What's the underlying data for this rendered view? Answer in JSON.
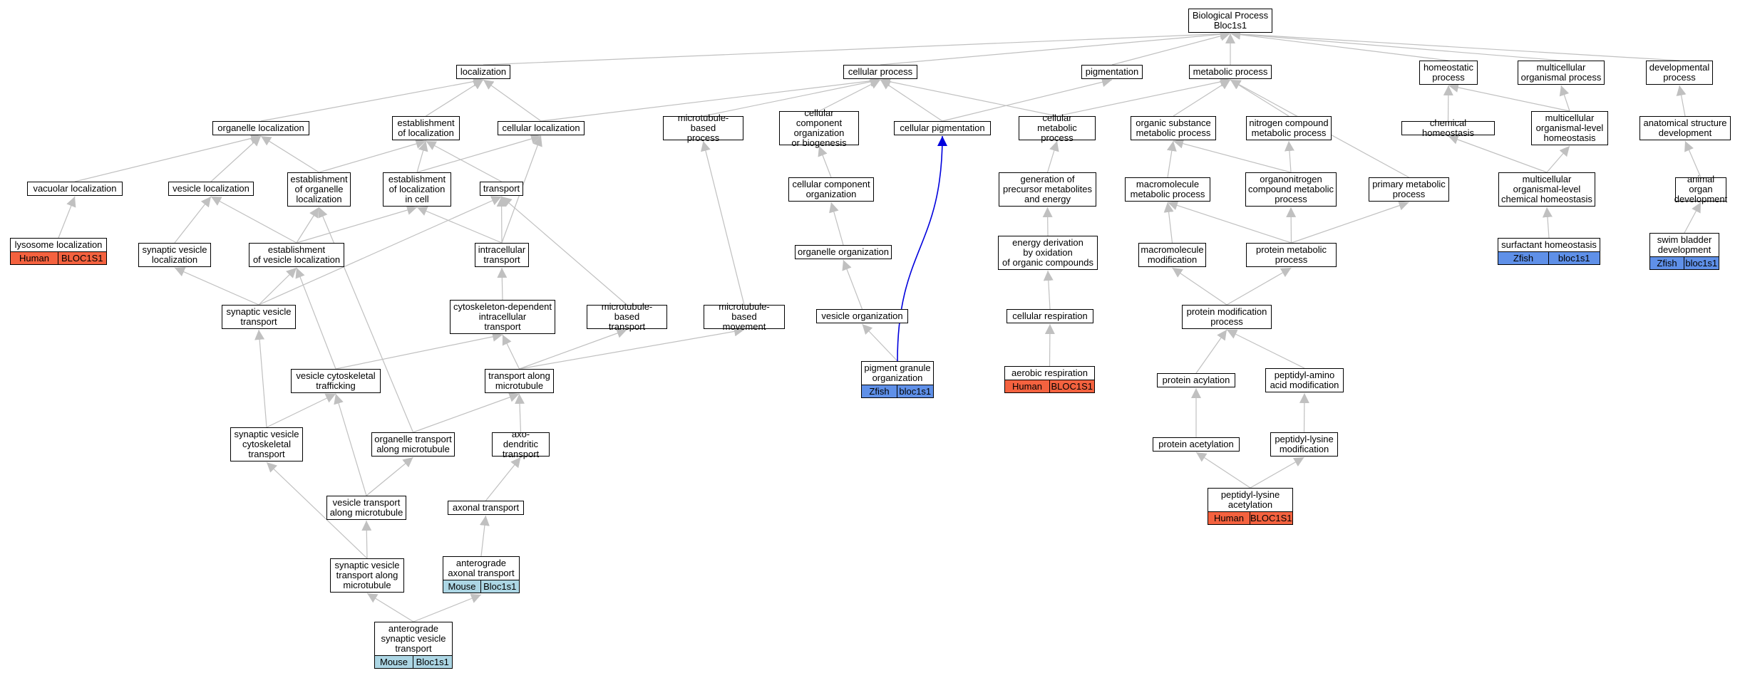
{
  "graph": {
    "edge_color": "#c0c0c0",
    "highlight_edge_color": "#0000dd",
    "species_colors": {
      "Human": "#f4623f",
      "Zfish": "#5f90e8",
      "Mouse": "#acd6e4"
    },
    "nodes": [
      {
        "id": "bp",
        "lines": [
          "Biological Process",
          "Bloc1s1"
        ]
      },
      {
        "id": "localization",
        "lines": [
          "localization"
        ]
      },
      {
        "id": "cellular-process",
        "lines": [
          "cellular process"
        ]
      },
      {
        "id": "pigmentation",
        "lines": [
          "pigmentation"
        ]
      },
      {
        "id": "metabolic-process",
        "lines": [
          "metabolic process"
        ]
      },
      {
        "id": "homeostatic-process",
        "lines": [
          "homeostatic",
          "process"
        ]
      },
      {
        "id": "multicellular-organismal-process",
        "lines": [
          "multicellular",
          "organismal process"
        ]
      },
      {
        "id": "developmental-process",
        "lines": [
          "developmental",
          "process"
        ]
      },
      {
        "id": "organelle-localization",
        "lines": [
          "organelle localization"
        ]
      },
      {
        "id": "establishment-of-localization",
        "lines": [
          "establishment",
          "of localization"
        ]
      },
      {
        "id": "cellular-localization",
        "lines": [
          "cellular localization"
        ]
      },
      {
        "id": "microtubule-based-process",
        "lines": [
          "microtubule-based",
          "process"
        ]
      },
      {
        "id": "ccob",
        "lines": [
          "cellular component",
          "organization",
          "or biogenesis"
        ]
      },
      {
        "id": "cellular-pigmentation",
        "lines": [
          "cellular pigmentation"
        ]
      },
      {
        "id": "cellular-metabolic-process",
        "lines": [
          "cellular metabolic",
          "process"
        ]
      },
      {
        "id": "organic-substance-metabolic",
        "lines": [
          "organic substance",
          "metabolic process"
        ]
      },
      {
        "id": "nitrogen-compound-metabolic",
        "lines": [
          "nitrogen compound",
          "metabolic process"
        ]
      },
      {
        "id": "chemical-homeostasis",
        "lines": [
          "chemical homeostasis"
        ]
      },
      {
        "id": "multicellular-organismal-homeostasis",
        "lines": [
          "multicellular",
          "organismal-level",
          "homeostasis"
        ]
      },
      {
        "id": "anatomical-structure-development",
        "lines": [
          "anatomical structure",
          "development"
        ]
      },
      {
        "id": "vacuolar-localization",
        "lines": [
          "vacuolar localization"
        ]
      },
      {
        "id": "vesicle-localization",
        "lines": [
          "vesicle localization"
        ]
      },
      {
        "id": "establishment-of-organelle-localization",
        "lines": [
          "establishment",
          "of organelle",
          "localization"
        ]
      },
      {
        "id": "establishment-of-localization-in-cell",
        "lines": [
          "establishment",
          "of localization",
          "in cell"
        ]
      },
      {
        "id": "transport",
        "lines": [
          "transport"
        ]
      },
      {
        "id": "cellular-component-organization",
        "lines": [
          "cellular component",
          "organization"
        ]
      },
      {
        "id": "generation-of-precursor",
        "lines": [
          "generation of",
          "precursor metabolites",
          "and energy"
        ]
      },
      {
        "id": "macromolecule-metabolic",
        "lines": [
          "macromolecule",
          "metabolic process"
        ]
      },
      {
        "id": "organonitrogen",
        "lines": [
          "organonitrogen",
          "compound metabolic",
          "process"
        ]
      },
      {
        "id": "primary-metabolic",
        "lines": [
          "primary metabolic",
          "process"
        ]
      },
      {
        "id": "multicellular-chemical-homeostasis",
        "lines": [
          "multicellular",
          "organismal-level",
          "chemical homeostasis"
        ]
      },
      {
        "id": "animal-organ-development",
        "lines": [
          "animal organ",
          "development"
        ]
      },
      {
        "id": "lysosome-localization",
        "lines": [
          "lysosome localization"
        ],
        "species": "Human",
        "gene": "BLOC1S1"
      },
      {
        "id": "synaptic-vesicle-localization",
        "lines": [
          "synaptic vesicle",
          "localization"
        ]
      },
      {
        "id": "establishment-of-vesicle-localization",
        "lines": [
          "establishment",
          "of vesicle localization"
        ]
      },
      {
        "id": "intracellular-transport",
        "lines": [
          "intracellular",
          "transport"
        ]
      },
      {
        "id": "organelle-organization",
        "lines": [
          "organelle organization"
        ]
      },
      {
        "id": "energy-derivation",
        "lines": [
          "energy derivation",
          "by oxidation",
          "of organic compounds"
        ]
      },
      {
        "id": "macromolecule-modification",
        "lines": [
          "macromolecule",
          "modification"
        ]
      },
      {
        "id": "protein-metabolic",
        "lines": [
          "protein metabolic",
          "process"
        ]
      },
      {
        "id": "surfactant-homeostasis",
        "lines": [
          "surfactant homeostasis"
        ],
        "species": "Zfish",
        "gene": "bloc1s1"
      },
      {
        "id": "swim-bladder-development",
        "lines": [
          "swim bladder",
          "development"
        ],
        "species": "Zfish",
        "gene": "bloc1s1"
      },
      {
        "id": "synaptic-vesicle-transport",
        "lines": [
          "synaptic vesicle",
          "transport"
        ]
      },
      {
        "id": "cytoskeleton-dependent-transport",
        "lines": [
          "cytoskeleton-dependent",
          "intracellular",
          "transport"
        ]
      },
      {
        "id": "microtubule-based-transport",
        "lines": [
          "microtubule-based",
          "transport"
        ]
      },
      {
        "id": "microtubule-based-movement",
        "lines": [
          "microtubule-based",
          "movement"
        ]
      },
      {
        "id": "vesicle-organization",
        "lines": [
          "vesicle organization"
        ]
      },
      {
        "id": "cellular-respiration",
        "lines": [
          "cellular respiration"
        ]
      },
      {
        "id": "protein-modification-process",
        "lines": [
          "protein modification",
          "process"
        ]
      },
      {
        "id": "vesicle-cytoskeletal-trafficking",
        "lines": [
          "vesicle cytoskeletal",
          "trafficking"
        ]
      },
      {
        "id": "transport-along-microtubule",
        "lines": [
          "transport along",
          "microtubule"
        ]
      },
      {
        "id": "pigment-granule-organization",
        "lines": [
          "pigment granule",
          "organization"
        ],
        "species": "Zfish",
        "gene": "bloc1s1"
      },
      {
        "id": "aerobic-respiration",
        "lines": [
          "aerobic respiration"
        ],
        "species": "Human",
        "gene": "BLOC1S1"
      },
      {
        "id": "protein-acylation",
        "lines": [
          "protein acylation"
        ]
      },
      {
        "id": "peptidyl-amino-acid-modification",
        "lines": [
          "peptidyl-amino",
          "acid modification"
        ]
      },
      {
        "id": "synaptic-vesicle-cytoskeletal-transport",
        "lines": [
          "synaptic vesicle",
          "cytoskeletal",
          "transport"
        ]
      },
      {
        "id": "organelle-transport-along-microtubule",
        "lines": [
          "organelle transport",
          "along microtubule"
        ]
      },
      {
        "id": "axo-dendritic-transport",
        "lines": [
          "axo-dendritic",
          "transport"
        ]
      },
      {
        "id": "protein-acetylation",
        "lines": [
          "protein acetylation"
        ]
      },
      {
        "id": "peptidyl-lysine-modification",
        "lines": [
          "peptidyl-lysine",
          "modification"
        ]
      },
      {
        "id": "vesicle-transport-along-microtubule",
        "lines": [
          "vesicle transport",
          "along microtubule"
        ]
      },
      {
        "id": "axonal-transport",
        "lines": [
          "axonal transport"
        ]
      },
      {
        "id": "peptidyl-lysine-acetylation",
        "lines": [
          "peptidyl-lysine",
          "acetylation"
        ],
        "species": "Human",
        "gene": "BLOC1S1"
      },
      {
        "id": "anterograde-axonal-transport",
        "lines": [
          "anterograde",
          "axonal transport"
        ],
        "species": "Mouse",
        "gene": "Bloc1s1"
      },
      {
        "id": "synaptic-vesicle-transport-along-microtubule",
        "lines": [
          "synaptic vesicle",
          "transport along",
          "microtubule"
        ]
      },
      {
        "id": "anterograde-synaptic-vesicle-transport",
        "lines": [
          "anterograde",
          "synaptic vesicle",
          "transport"
        ],
        "species": "Mouse",
        "gene": "Bloc1s1"
      }
    ],
    "edges": [
      [
        "localization",
        "bp"
      ],
      [
        "cellular-process",
        "bp"
      ],
      [
        "pigmentation",
        "bp"
      ],
      [
        "metabolic-process",
        "bp"
      ],
      [
        "homeostatic-process",
        "bp"
      ],
      [
        "multicellular-organismal-process",
        "bp"
      ],
      [
        "developmental-process",
        "bp"
      ],
      [
        "organelle-localization",
        "localization"
      ],
      [
        "establishment-of-localization",
        "localization"
      ],
      [
        "cellular-localization",
        "localization"
      ],
      [
        "cellular-localization",
        "cellular-process"
      ],
      [
        "microtubule-based-process",
        "cellular-process"
      ],
      [
        "ccob",
        "cellular-process"
      ],
      [
        "cellular-pigmentation",
        "cellular-process"
      ],
      [
        "cellular-pigmentation",
        "pigmentation"
      ],
      [
        "cellular-metabolic-process",
        "cellular-process"
      ],
      [
        "cellular-metabolic-process",
        "metabolic-process"
      ],
      [
        "organic-substance-metabolic",
        "metabolic-process"
      ],
      [
        "nitrogen-compound-metabolic",
        "metabolic-process"
      ],
      [
        "primary-metabolic",
        "metabolic-process"
      ],
      [
        "chemical-homeostasis",
        "homeostatic-process"
      ],
      [
        "multicellular-organismal-homeostasis",
        "homeostatic-process"
      ],
      [
        "multicellular-organismal-homeostasis",
        "multicellular-organismal-process"
      ],
      [
        "anatomical-structure-development",
        "developmental-process"
      ],
      [
        "vacuolar-localization",
        "organelle-localization"
      ],
      [
        "vesicle-localization",
        "organelle-localization"
      ],
      [
        "establishment-of-organelle-localization",
        "organelle-localization"
      ],
      [
        "establishment-of-organelle-localization",
        "establishment-of-localization"
      ],
      [
        "establishment-of-localization-in-cell",
        "establishment-of-localization"
      ],
      [
        "establishment-of-localization-in-cell",
        "cellular-localization"
      ],
      [
        "transport",
        "establishment-of-localization"
      ],
      [
        "cellular-component-organization",
        "ccob"
      ],
      [
        "generation-of-precursor",
        "cellular-metabolic-process"
      ],
      [
        "macromolecule-metabolic",
        "organic-substance-metabolic"
      ],
      [
        "organonitrogen",
        "organic-substance-metabolic"
      ],
      [
        "organonitrogen",
        "nitrogen-compound-metabolic"
      ],
      [
        "multicellular-chemical-homeostasis",
        "chemical-homeostasis"
      ],
      [
        "multicellular-chemical-homeostasis",
        "multicellular-organismal-homeostasis"
      ],
      [
        "animal-organ-development",
        "anatomical-structure-development"
      ],
      [
        "lysosome-localization",
        "vacuolar-localization"
      ],
      [
        "synaptic-vesicle-localization",
        "vesicle-localization"
      ],
      [
        "establishment-of-vesicle-localization",
        "vesicle-localization"
      ],
      [
        "establishment-of-vesicle-localization",
        "establishment-of-organelle-localization"
      ],
      [
        "establishment-of-vesicle-localization",
        "establishment-of-localization-in-cell"
      ],
      [
        "intracellular-transport",
        "establishment-of-localization-in-cell"
      ],
      [
        "intracellular-transport",
        "transport"
      ],
      [
        "intracellular-transport",
        "cellular-localization"
      ],
      [
        "organelle-organization",
        "cellular-component-organization"
      ],
      [
        "energy-derivation",
        "generation-of-precursor"
      ],
      [
        "macromolecule-modification",
        "macromolecule-metabolic"
      ],
      [
        "protein-metabolic",
        "macromolecule-metabolic"
      ],
      [
        "protein-metabolic",
        "organonitrogen"
      ],
      [
        "protein-metabolic",
        "primary-metabolic"
      ],
      [
        "surfactant-homeostasis",
        "multicellular-chemical-homeostasis"
      ],
      [
        "swim-bladder-development",
        "animal-organ-development"
      ],
      [
        "synaptic-vesicle-transport",
        "synaptic-vesicle-localization"
      ],
      [
        "synaptic-vesicle-transport",
        "establishment-of-vesicle-localization"
      ],
      [
        "synaptic-vesicle-transport",
        "transport"
      ],
      [
        "cytoskeleton-dependent-transport",
        "intracellular-transport"
      ],
      [
        "microtubule-based-transport",
        "transport"
      ],
      [
        "microtubule-based-movement",
        "microtubule-based-process"
      ],
      [
        "vesicle-organization",
        "organelle-organization"
      ],
      [
        "cellular-respiration",
        "energy-derivation"
      ],
      [
        "protein-modification-process",
        "macromolecule-modification"
      ],
      [
        "protein-modification-process",
        "protein-metabolic"
      ],
      [
        "vesicle-cytoskeletal-trafficking",
        "establishment-of-vesicle-localization"
      ],
      [
        "vesicle-cytoskeletal-trafficking",
        "cytoskeleton-dependent-transport"
      ],
      [
        "transport-along-microtubule",
        "cytoskeleton-dependent-transport"
      ],
      [
        "transport-along-microtubule",
        "microtubule-based-transport"
      ],
      [
        "transport-along-microtubule",
        "microtubule-based-movement"
      ],
      [
        "pigment-granule-organization",
        "vesicle-organization"
      ],
      [
        "pigment-granule-organization",
        "cellular-pigmentation",
        "highlight"
      ],
      [
        "aerobic-respiration",
        "cellular-respiration"
      ],
      [
        "protein-acylation",
        "protein-modification-process"
      ],
      [
        "peptidyl-amino-acid-modification",
        "protein-modification-process"
      ],
      [
        "synaptic-vesicle-cytoskeletal-transport",
        "synaptic-vesicle-transport"
      ],
      [
        "synaptic-vesicle-cytoskeletal-transport",
        "vesicle-cytoskeletal-trafficking"
      ],
      [
        "organelle-transport-along-microtubule",
        "establishment-of-organelle-localization"
      ],
      [
        "organelle-transport-along-microtubule",
        "transport-along-microtubule"
      ],
      [
        "axo-dendritic-transport",
        "transport-along-microtubule"
      ],
      [
        "protein-acetylation",
        "protein-acylation"
      ],
      [
        "peptidyl-lysine-modification",
        "peptidyl-amino-acid-modification"
      ],
      [
        "vesicle-transport-along-microtubule",
        "vesicle-cytoskeletal-trafficking"
      ],
      [
        "vesicle-transport-along-microtubule",
        "organelle-transport-along-microtubule"
      ],
      [
        "axonal-transport",
        "axo-dendritic-transport"
      ],
      [
        "peptidyl-lysine-acetylation",
        "protein-acetylation"
      ],
      [
        "peptidyl-lysine-acetylation",
        "peptidyl-lysine-modification"
      ],
      [
        "anterograde-axonal-transport",
        "axonal-transport"
      ],
      [
        "synaptic-vesicle-transport-along-microtubule",
        "synaptic-vesicle-cytoskeletal-transport"
      ],
      [
        "synaptic-vesicle-transport-along-microtubule",
        "vesicle-transport-along-microtubule"
      ],
      [
        "anterograde-synaptic-vesicle-transport",
        "synaptic-vesicle-transport-along-microtubule"
      ],
      [
        "anterograde-synaptic-vesicle-transport",
        "anterograde-axonal-transport"
      ]
    ]
  }
}
